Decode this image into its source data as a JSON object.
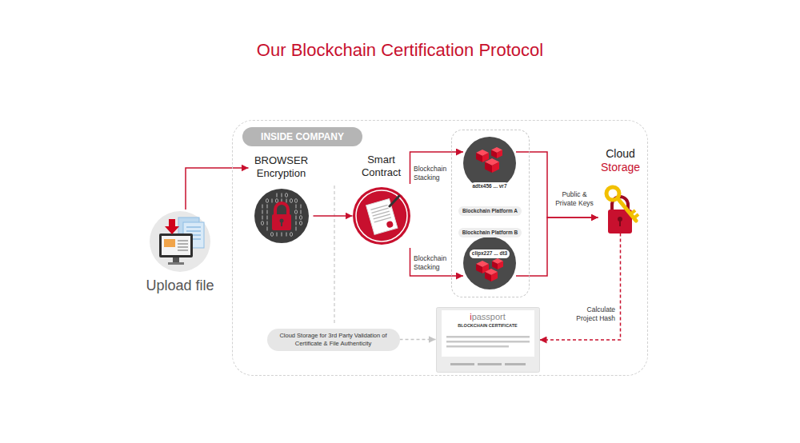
{
  "diagram": {
    "title": "Our Blockchain Certification Protocol",
    "nodes": [
      {
        "text": [
          "Upload file"
        ]
      },
      {
        "text": [
          "INSIDE COMPANY"
        ]
      },
      {
        "text": [
          "BROWSER Encryption"
        ],
        "in": 1
      },
      {
        "text": [
          "Smart Contract"
        ],
        "in": 1
      },
      {
        "text": [
          "Blockchain Platform A",
          "Blockchain Platform B"
        ],
        "in": 1
      },
      {
        "text": [
          "adtx456 ... vr7"
        ],
        "in": 4
      },
      {
        "text": [
          "clipx227 ... dt3"
        ],
        "in": 4
      },
      {
        "text": [
          "Cloud Storage"
        ],
        "in": 1
      },
      {
        "text": [
          "Cloud Storage for 3rd Party Validation of Certificate & File Authenticity"
        ],
        "in": 1
      },
      {
        "text": [
          "ipassport",
          "BLOCKCHAIN CERTIFICATE"
        ],
        "in": 1
      }
    ],
    "edges": [
      {
        "from": 0,
        "to": 2,
        "arrow": "to"
      },
      {
        "from": 2,
        "to": 3,
        "arrow": "to"
      },
      {
        "from": 3,
        "to": 5,
        "label": "Blockchain Stacking",
        "arrow": "to"
      },
      {
        "from": 3,
        "to": 6,
        "label": "Blockchain Stacking",
        "arrow": "to"
      },
      {
        "from": 5,
        "to": 7,
        "label": "Public & Private Keys",
        "arrow": "to"
      },
      {
        "from": 6,
        "to": 7,
        "arrow": "to"
      },
      {
        "from": 7,
        "to": 9,
        "label": "Calculate Project Hash",
        "arrow": "to"
      },
      {
        "from": 8,
        "to": 9,
        "arrow": "to"
      }
    ]
  }
}
